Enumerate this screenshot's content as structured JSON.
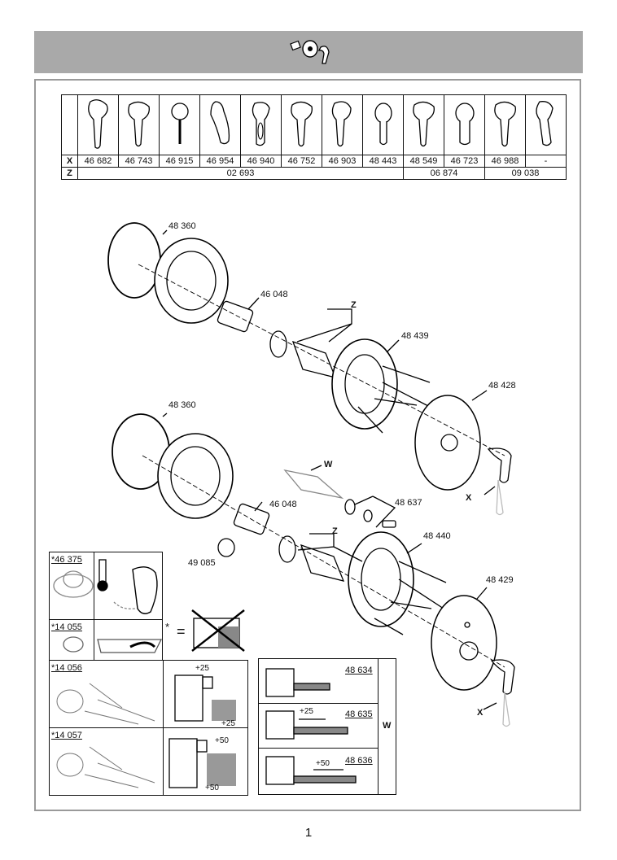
{
  "table": {
    "row_x_label": "X",
    "row_z_label": "Z",
    "x_values": [
      "46 682",
      "46 743",
      "46 915",
      "46 954",
      "46 940",
      "46 752",
      "46 903",
      "48 443",
      "48 549",
      "46 723",
      "46 988",
      "-"
    ],
    "z_groups": [
      "02 693",
      "06 874",
      "09 038"
    ]
  },
  "parts": {
    "o_ring_top": "48 360",
    "cartridge_top": "46 048",
    "z_top": "Z",
    "plate_top": "48 439",
    "rosette_top": "48 428",
    "x_top": "X",
    "o_ring_bottom": "48 360",
    "w_label": "W",
    "cartridge_bottom": "46 048",
    "kit_bottom": "48 637",
    "z_bottom": "Z",
    "plate_bottom": "48 440",
    "rosette_bottom": "48 429",
    "stop_nut": "49 085",
    "x_bottom": "X"
  },
  "inset": {
    "a": "*46 375",
    "b": "*14 055",
    "c": "*14 056",
    "d": "*14 057",
    "star_eq": "*",
    "eq": "=",
    "plus25a": "+25",
    "plus25b": "+25",
    "plus50a": "+50",
    "plus50b": "+50"
  },
  "extensions": {
    "e1": "48 634",
    "e2": "48 635",
    "e3": "48 636",
    "e2_plus": "+25",
    "e3_plus": "+50",
    "w": "W"
  },
  "page_number": "1"
}
